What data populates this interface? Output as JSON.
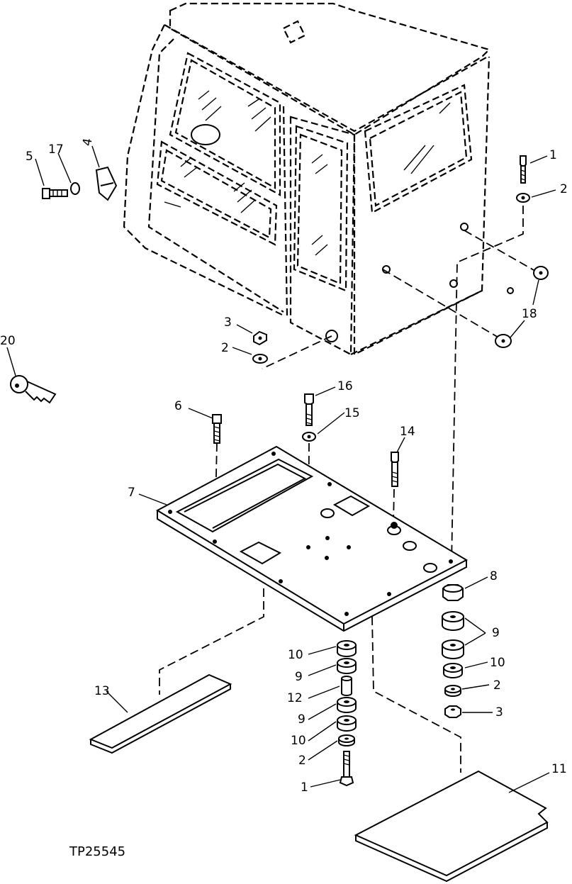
{
  "diagram": {
    "drawing_code": "TP25545",
    "callouts": [
      {
        "id": "c1a",
        "text": "1"
      },
      {
        "id": "c2a",
        "text": "2"
      },
      {
        "id": "c3a",
        "text": "3"
      },
      {
        "id": "c2b",
        "text": "2"
      },
      {
        "id": "c4",
        "text": "4"
      },
      {
        "id": "c5",
        "text": "5"
      },
      {
        "id": "c17",
        "text": "17"
      },
      {
        "id": "c18",
        "text": "18"
      },
      {
        "id": "c20",
        "text": "20"
      },
      {
        "id": "c6",
        "text": "6"
      },
      {
        "id": "c16",
        "text": "16"
      },
      {
        "id": "c15",
        "text": "15"
      },
      {
        "id": "c14",
        "text": "14"
      },
      {
        "id": "c7",
        "text": "7"
      },
      {
        "id": "c8",
        "text": "8"
      },
      {
        "id": "c9a",
        "text": "9"
      },
      {
        "id": "c10a",
        "text": "10"
      },
      {
        "id": "c2c",
        "text": "2"
      },
      {
        "id": "c3b",
        "text": "3"
      },
      {
        "id": "c10b",
        "text": "10"
      },
      {
        "id": "c9b",
        "text": "9"
      },
      {
        "id": "c12",
        "text": "12"
      },
      {
        "id": "c9c",
        "text": "9"
      },
      {
        "id": "c10c",
        "text": "10"
      },
      {
        "id": "c2d",
        "text": "2"
      },
      {
        "id": "c1b",
        "text": "1"
      },
      {
        "id": "c13",
        "text": "13"
      },
      {
        "id": "c11",
        "text": "11"
      }
    ]
  }
}
